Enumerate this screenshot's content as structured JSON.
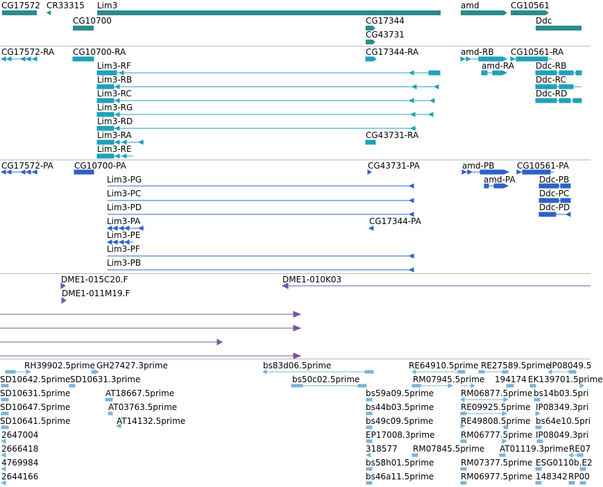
{
  "colors": {
    "gene": "#2a8b8b",
    "transcript": "#1ea2b8",
    "protein": "#2f62c8",
    "clone": "#7a53a4",
    "est": "#7bb4d9",
    "separator": "#b8b8b8"
  },
  "gene_track": {
    "labels": [
      "CG17572",
      "CR33315",
      "Lim3",
      "amd",
      "CG10561",
      "CG10700",
      "CG17344",
      "CG43731",
      "Ddc"
    ]
  },
  "transcript_track": {
    "labels": [
      "CG17572-RA",
      "CG10700-RA",
      "CG17344-RA",
      "amd-RB",
      "CG10561-RA",
      "amd-RA",
      "Lim3-RF",
      "Ddc-RB",
      "Lim3-RB",
      "Ddc-RC",
      "Lim3-RC",
      "Ddc-RD",
      "Lim3-RG",
      "Lim3-RD",
      "Lim3-RA",
      "CG43731-RA",
      "Lim3-RE"
    ]
  },
  "protein_track": {
    "labels": [
      "CG17572-PA",
      "CG10700-PA",
      "CG43731-PA",
      "amd-PB",
      "CG10561-PA",
      "Lim3-PG",
      "amd-PA",
      "Ddc-PB",
      "Lim3-PC",
      "Ddc-PC",
      "Lim3-PD",
      "Ddc-PD",
      "Lim3-PA",
      "CG17344-PA",
      "Lim3-PE",
      "Lim3-PF",
      "Lim3-PB"
    ]
  },
  "clone_track": {
    "labels": [
      "DME1-015C20.F",
      "DME1-010K03",
      "DME1-011M19.F"
    ]
  },
  "est_track": {
    "labels": [
      "RH39902.5prime",
      "GH27427.3prime",
      "bs83d06.5prime",
      "RE64910.5prime",
      "RE27589.5prime",
      "IP08049.5",
      "SD10642.5prime",
      "SD10631.3prime",
      "bs50c02.5prime",
      "RM07945.5prime",
      "194174",
      "EK139701.5prime",
      "SD10631.5prime",
      "AT18667.5prime",
      "bs59a09.5prime",
      "RM06877.5prime",
      "bs14b03.5pri",
      "SD10647.5prime",
      "AT03763.5prime",
      "bs44b03.5prime",
      "RE09925.5prime",
      "IP08349.3pri",
      "SD10641.5prime",
      "AT14132.5prime",
      "bs49c09.5prime",
      "RE49808.5prime",
      "bs64e10.5pri",
      "2647004",
      "EP17008.3prime",
      "RM06777.5prime",
      "IP08049.3pri",
      "2666418",
      "318577",
      "RM07845.5prime",
      "AT01119.3prime",
      "RE07",
      "4769984",
      "bs58h01.5prime",
      "RM07377.5prime",
      "ESG0110b.E2",
      "2644166",
      "bs46a11.5prime",
      "RM06977.5prime",
      "148342",
      "RP00"
    ]
  }
}
